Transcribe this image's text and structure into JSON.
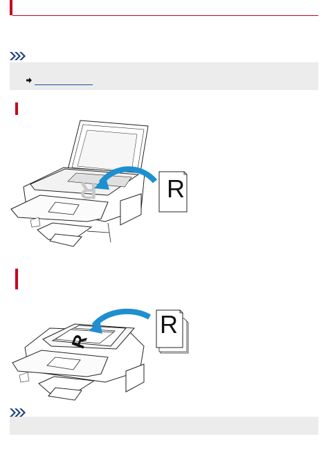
{
  "header": {
    "title": ""
  },
  "note_top": {
    "icon": "note-chevrons-icon",
    "link_label": ""
  },
  "sections": [
    {
      "title": "",
      "illustration": "printer-platen-loading-illustration",
      "sample_letter": "R"
    },
    {
      "title": "",
      "illustration": "printer-adf-loading-illustration",
      "sample_letter": "R"
    }
  ],
  "note_bottom": {
    "icon": "note-chevrons-icon",
    "text": ""
  },
  "colors": {
    "accent": "#c8001e",
    "arrow": "#1e8fd0",
    "note_bg": "#ececec",
    "link": "#1a4fa0"
  }
}
